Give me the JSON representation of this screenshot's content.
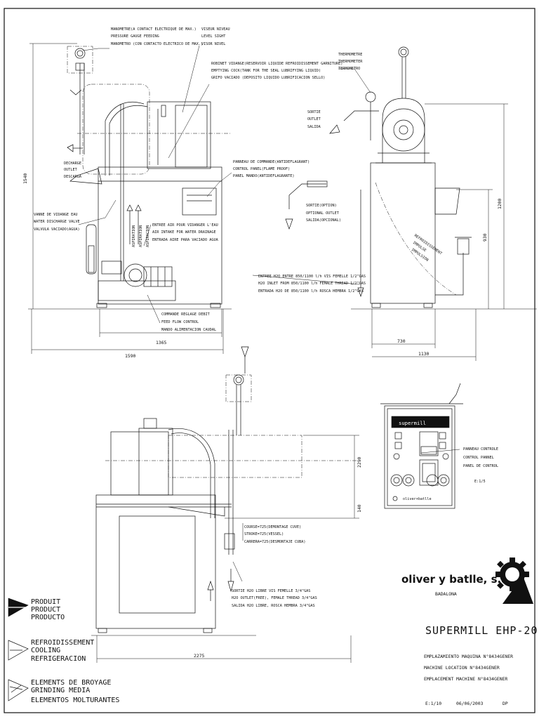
{
  "front_view": {
    "manometer": [
      "MANOMETRE(A CONTACT ELECTRIQUE DE MAX.)",
      "PRESSURE GAUGE FEEDING",
      "MANOMETRO (CON CONTACTO ELECTRICO DE MAX.)"
    ],
    "level_sight": [
      "VISEUR NIVEAU",
      "LEVEL SIGHT",
      "VISOR NIVEL"
    ],
    "drain_tap": [
      "ROBINET VIDANGE(RESERVOIR LIQUIDE REFROIDISSEMENT GARNITURE)",
      "EMPTYING COCK(TANK FOR THE SEAL LUBRIFYING LIQUID)",
      "GRIFO VACIADO (DEPOSITO LIQUIDO LUBRIFICACION SELLO)"
    ],
    "discharge": [
      "DECHARGE",
      "OUTLET",
      "DESCARGA"
    ],
    "control_panel": [
      "PANNEAU DE COMMANDE(ANTIDEFLAGRANT)",
      "CONTROL PANEL(FLAME PROOF)",
      "PANEL MANDO(ANTIDEFLAGRANTE)"
    ],
    "water_valve": [
      "VANNE DE VIDANGE EAU",
      "WATER DISCHARGE VALVE",
      "VALVULA VACIADO(AGUA)"
    ],
    "air_intake": [
      "ENTREE AIR POUR VIDANGER L'EAU",
      "AIR INTAKE FOR WATER DRAINAGE",
      "ENTRADA AIRE PARA VACIADO AGUA"
    ],
    "aspiration": [
      "ASPIRATION",
      "ASPIRATION",
      "ASPIRACION"
    ],
    "feed_control": [
      "COMMANDE REGLAGE DEBIT",
      "FEED FLOW CONTROL",
      "MANDO ALIMENTACION CAUDAL"
    ],
    "dims": {
      "height": "1540",
      "inner_width": "1365",
      "total_width": "1590"
    }
  },
  "side_view": {
    "thermometer": [
      "THERMOMETRE",
      "THERMOMETER",
      "TERMOMETRO"
    ],
    "outlet": [
      "SORTIE",
      "OUTLET",
      "SALIDA"
    ],
    "optional_outlet": [
      "SORTIE(OPTION)",
      "OPTIONAL OUTLET",
      "SALIDA(OPCIONAL)"
    ],
    "cooling_inlet": [
      "ENTREE H2O ENTRE 850/1100 l/h VIS FEMELLE 1/2\"GAS",
      "H2O INLET FROM 850/1100 l/h FEMALE THREAD 1/2\"GAS",
      "ENTRADA H2O DE 850/1100 l/h ROSCA HEMBRA 1/2\"GAS"
    ],
    "cooling_flow": [
      "REFROIDISSEMENT",
      "IMPULSE",
      "IMPULSION"
    ],
    "dims": {
      "width_inner": "730",
      "width_total": "1130",
      "h1": "1200",
      "h2": "930"
    }
  },
  "top_view": {
    "stroke": [
      "COURSE=725(DEMONTAGE CUVE)",
      "STROKE=725(VESSEL)",
      "CARRERA=725(DESMONTAJE CUBA)"
    ],
    "h2o_outlet": [
      "SORTIE H2O LIBRE VIS FEMELLE 3/4\"GAS",
      "H2O OUTLET(FREE), FEMALE THREAD 3/4\"GAS",
      "SALIDA H2O LIBRE, ROSCA HEMBRA 3/4\"GAS"
    ],
    "dims": {
      "length": "2275",
      "h": "2290",
      "h_small": "140"
    }
  },
  "panel": {
    "brand": "supermill",
    "maker": "oliver+batlle",
    "labels": [
      "PANNEAU CONTROLE",
      "CONTROL PANNEL",
      "PANEL DE CONTROL"
    ],
    "scale": "E:1/5"
  },
  "legend": [
    {
      "lines": [
        "PRODUIT",
        "PRODUCT",
        "PRODUCTO"
      ]
    },
    {
      "lines": [
        "REFROIDISSEMENT",
        "COOLING",
        "REFRIGERACION"
      ]
    },
    {
      "lines": [
        "ELEMENTS DE BROYAGE",
        "GRINDING MEDIA",
        "ELEMENTOS MOLTURANTES"
      ]
    }
  ],
  "title_block": {
    "company": "oliver y batlle, s.a.",
    "city": "BADALONA",
    "title": "SUPERMILL EHP-20",
    "location": [
      "EMPLAZAMIENTO MAQUINA N°8434GENER",
      "MACHINE LOCATION N°8434GENER",
      "EMPLACEMENT MACHINE N°8434GENER"
    ],
    "scale": "E:1/10",
    "date": "06/06/2003",
    "author": "DP"
  }
}
